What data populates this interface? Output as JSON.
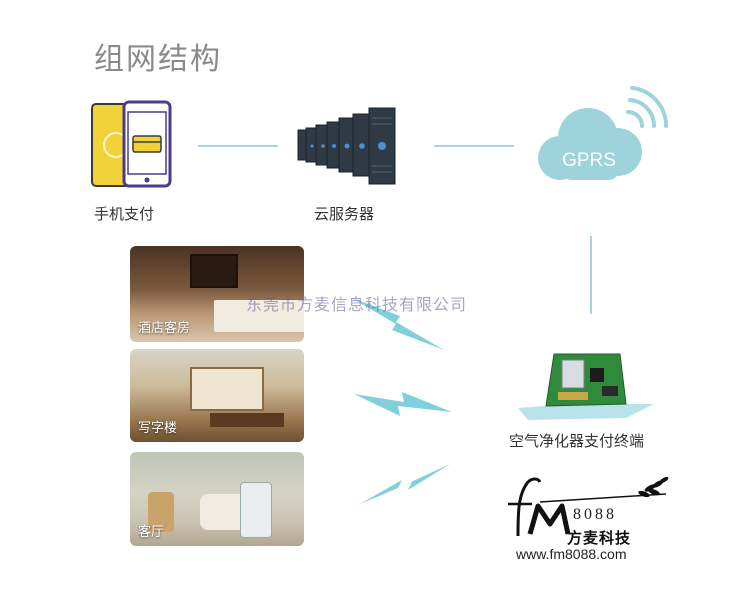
{
  "title": "组网结构",
  "nodes": {
    "phone": "手机支付",
    "server": "云服务器",
    "cloud": "GPRS",
    "terminal": "空气净化器支付终端"
  },
  "rooms": [
    {
      "label": "酒店客房"
    },
    {
      "label": "写字楼"
    },
    {
      "label": "客厅"
    }
  ],
  "watermark": "东莞市方麦信息科技有限公司",
  "logo": {
    "code": "8088",
    "brand": "方麦科技",
    "url": "www.fm8088.com"
  },
  "colors": {
    "accent": "#a8d6d8",
    "lightning": "#7fd0da",
    "cloud": "#9fd3dc",
    "phone_yellow": "#f2d23a",
    "phone_purple": "#4b3a8e"
  }
}
